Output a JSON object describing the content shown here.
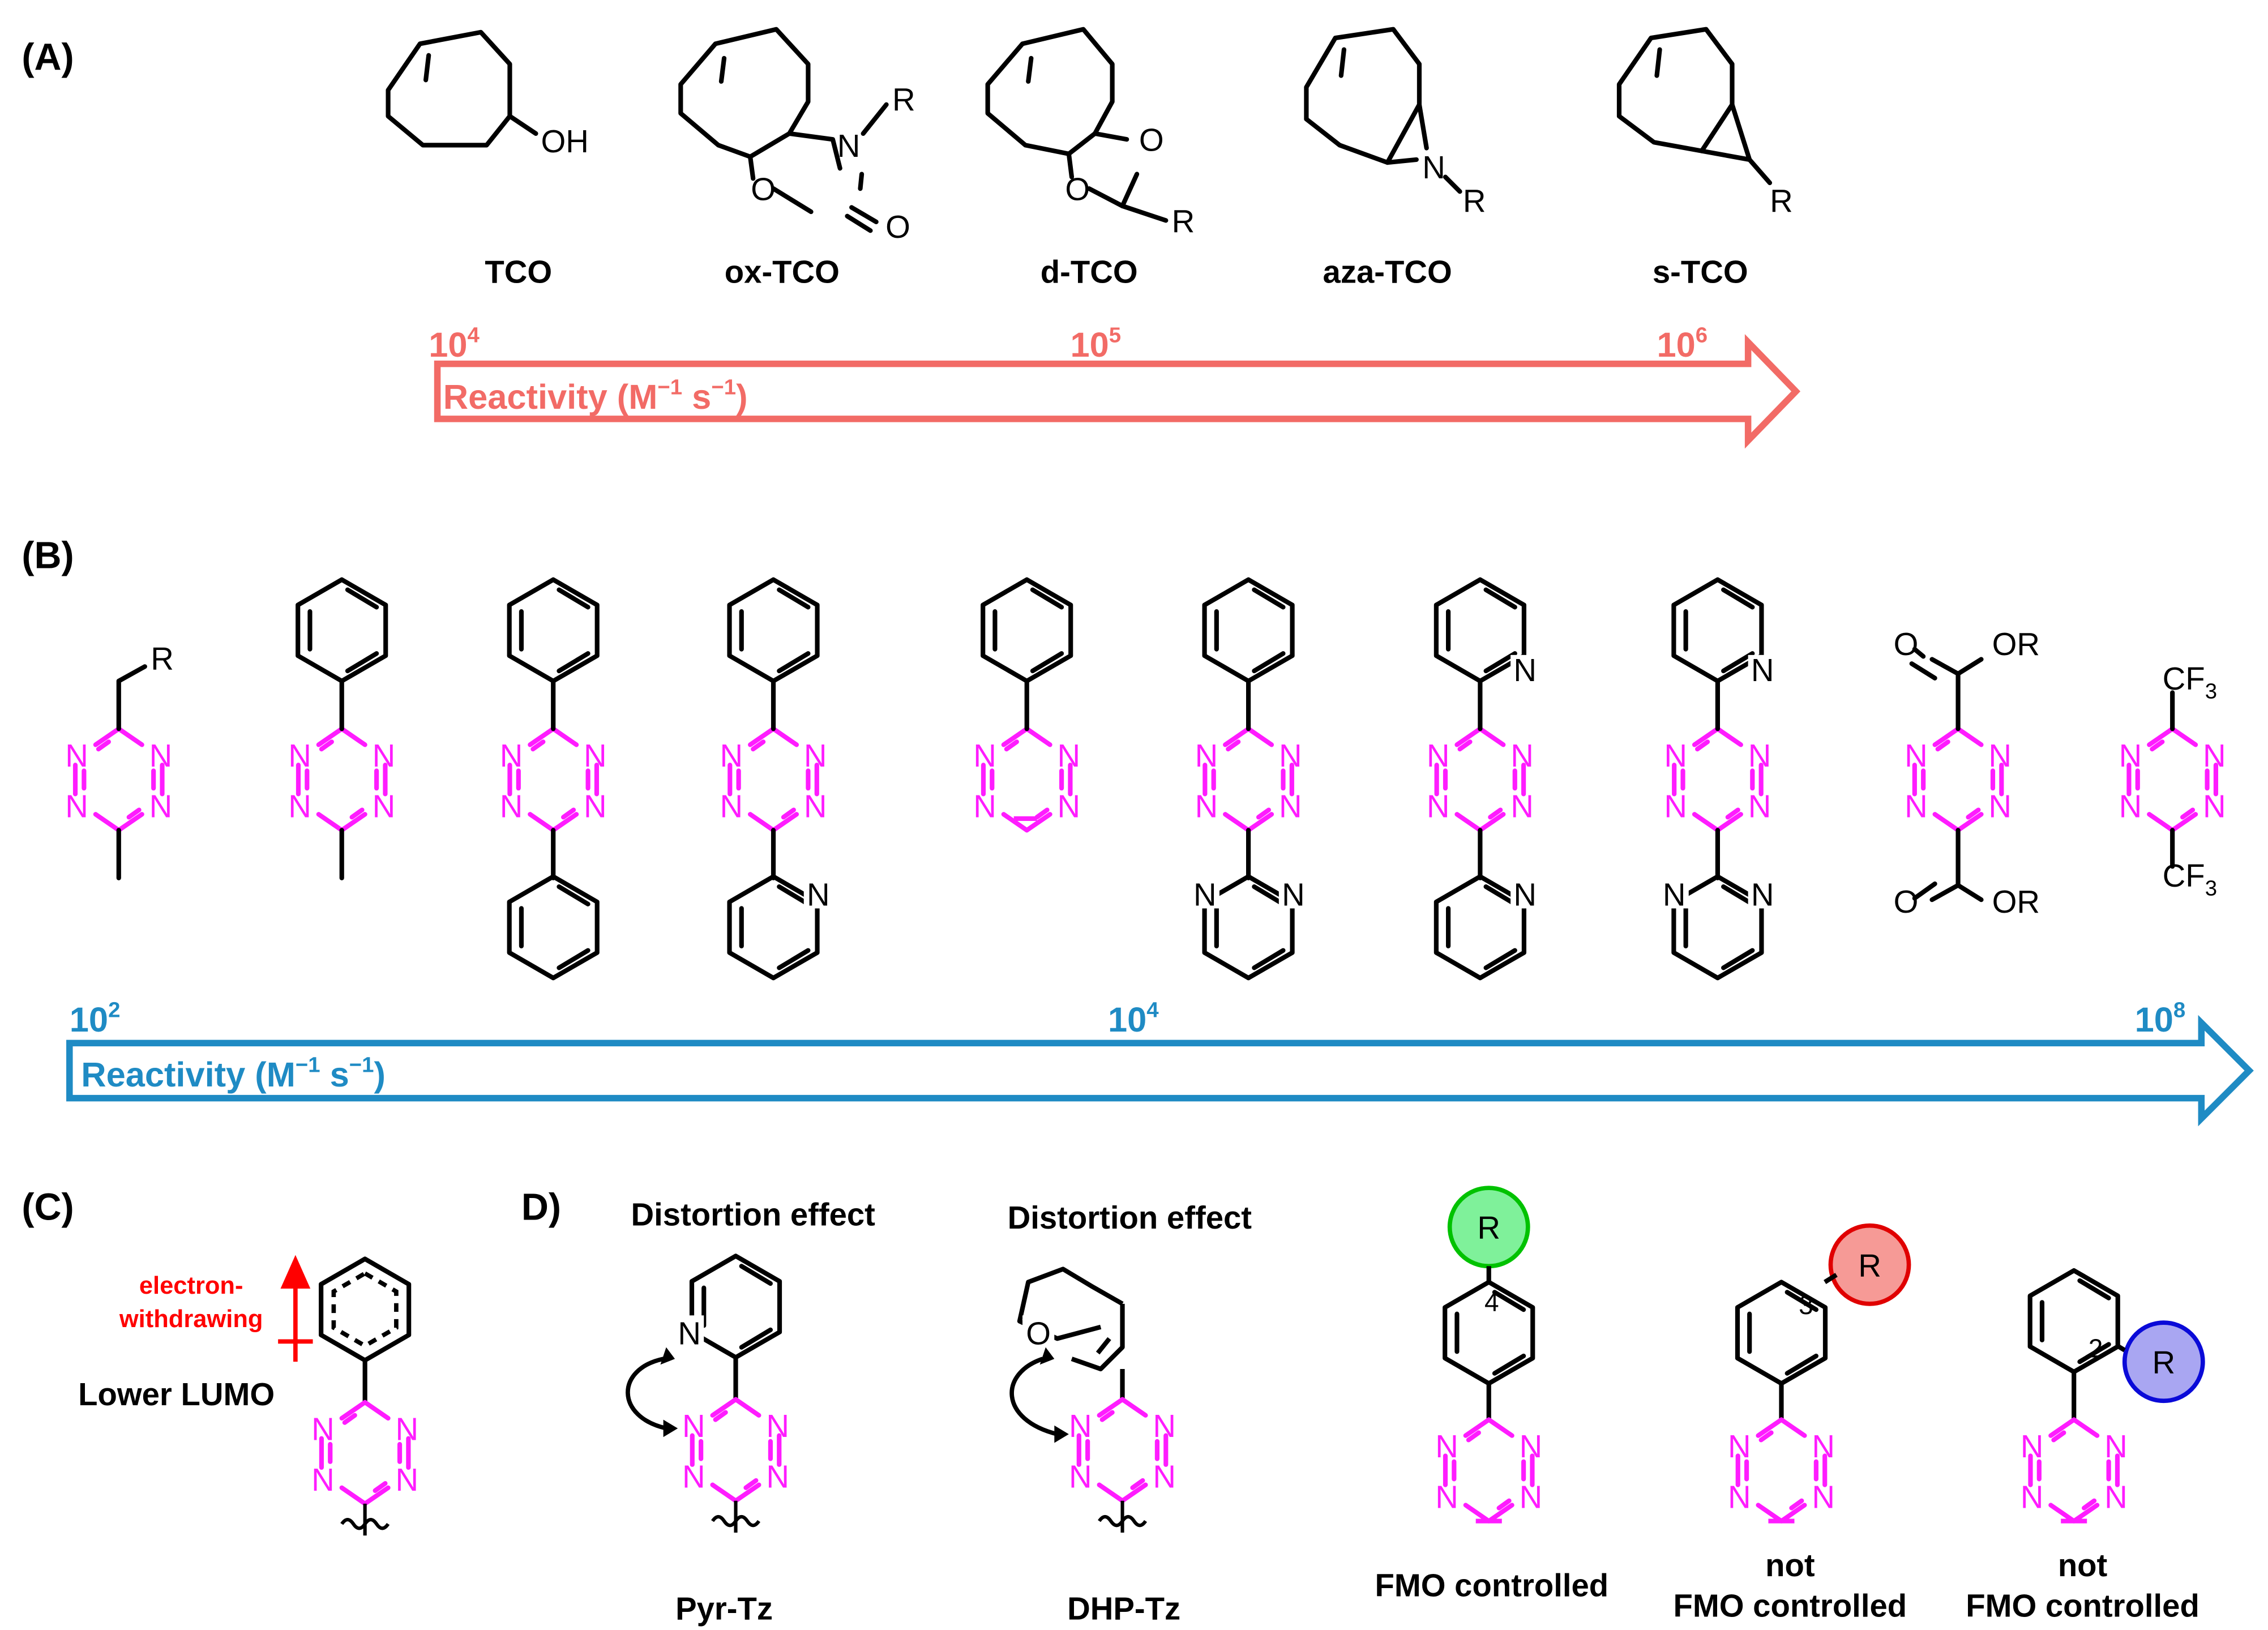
{
  "panels": {
    "A": "(A)",
    "B": "(B)",
    "C": "(C)",
    "D": "D)"
  },
  "colors": {
    "tco_arrow": "#f26b66",
    "tz_arrow": "#1f8bc4",
    "tetrazine": "#ff1cff",
    "ewg": "#ff0000",
    "circle_green": "#7ff19a",
    "circle_red": "#f69a96",
    "circle_blue": "#a9a6f2"
  },
  "panel_a": {
    "molecules": [
      {
        "name": "TCO",
        "substituent": "OH"
      },
      {
        "name": "ox-TCO",
        "substituent": "R",
        "atoms": [
          "N",
          "O",
          "O"
        ]
      },
      {
        "name": "d-TCO",
        "substituent": "R",
        "atoms": [
          "O",
          "O"
        ]
      },
      {
        "name": "aza-TCO",
        "substituent": "R",
        "atoms": [
          "N"
        ]
      },
      {
        "name": "s-TCO",
        "substituent": "R"
      }
    ],
    "arrow": {
      "ticks": [
        {
          "base": "10",
          "exp": "4"
        },
        {
          "base": "10",
          "exp": "5"
        },
        {
          "base": "10",
          "exp": "6"
        }
      ],
      "label_main": "Reactivity (M",
      "label_exp1": "−1",
      "label_mid": " s",
      "label_exp2": "−1",
      "label_end": ")"
    }
  },
  "panel_b": {
    "tetrazine_atom": "N",
    "substituents": {
      "r": "R",
      "pyridine_n": "N",
      "pyrimidine_n": "N",
      "carbonyl_o": "O",
      "ester_or": "OR",
      "cf": "CF",
      "cf_sub": "3"
    },
    "arrow": {
      "ticks": [
        {
          "base": "10",
          "exp": "2"
        },
        {
          "base": "10",
          "exp": "4"
        },
        {
          "base": "10",
          "exp": "8"
        }
      ],
      "label_main": "Reactivity (M",
      "label_exp1": "−1",
      "label_mid": " s",
      "label_exp2": "−1",
      "label_end": ")"
    }
  },
  "panel_c": {
    "ewg_line1": "electron-",
    "ewg_line2": "withdrawing",
    "lower_lumo": "Lower LUMO"
  },
  "panel_d": {
    "distortion1": "Distortion effect",
    "distortion2": "Distortion effect",
    "pyr_n": "N",
    "dhp_o": "O",
    "name1": "Pyr-Tz",
    "name2": "DHP-Tz",
    "r": "R",
    "pos4": "4",
    "pos3": "3",
    "pos2": "2",
    "fmo1": "FMO controlled",
    "not2": "not",
    "fmo2": "FMO controlled",
    "not3": "not",
    "fmo3": "FMO controlled"
  }
}
